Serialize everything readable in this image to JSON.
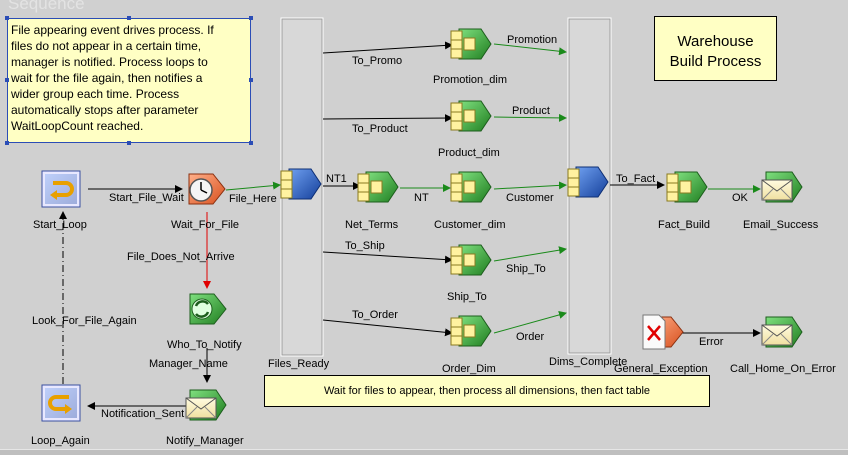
{
  "canvas": {
    "watermark": "Sequence"
  },
  "notes": {
    "description": [
      "File appearing event drives process. If",
      "files do not appear in a certain time,",
      "manager is notified. Process loops to",
      "wait for the file again, then notifies a",
      "wider group each time. Process",
      "automatically stops after parameter",
      "WaitLoopCount reached."
    ],
    "title": [
      "Warehouse",
      "Build Process"
    ],
    "footer": "Wait for files to appear, then process all dimensions, then fact table"
  },
  "nodes": {
    "start_loop": "Start_Loop",
    "wait_for_file": "Wait_For_File",
    "who_to_notify": "Who_To_Notify",
    "notify_manager": "Notify_Manager",
    "loop_again": "Loop_Again",
    "files_ready": "Files_Ready",
    "net_terms": "Net_Terms",
    "promotion_dim": "Promotion_dim",
    "product_dim": "Product_dim",
    "customer_dim": "Customer_dim",
    "ship_to": "Ship_To",
    "order_dim": "Order_Dim",
    "dims_complete": "Dims_Complete",
    "fact_build": "Fact_Build",
    "email_success": "Email_Success",
    "general_exception": "General_Exception",
    "call_home_on_error": "Call_Home_On_Error"
  },
  "links": {
    "start_file_wait": "Start_File_Wait",
    "file_here": "File_Here",
    "file_does_not_arrive": "File_Does_Not_Arrive",
    "manager_name": "Manager_Name",
    "notification_sent": "Notification_Sent",
    "look_for_file_again": "Look_For_File_Again",
    "to_promo": "To_Promo",
    "to_product": "To_Product",
    "nt1": "NT1",
    "nt": "NT",
    "to_ship": "To_Ship",
    "to_order": "To_Order",
    "promotion": "Promotion",
    "product": "Product",
    "customer": "Customer",
    "ship_to": "Ship_To",
    "order": "Order",
    "to_fact": "To_Fact",
    "ok": "OK",
    "error": "Error"
  },
  "colors": {
    "canvas": "#d0d0d0",
    "note": "#ffffc4",
    "green_link": "#1a8a1a",
    "red_link": "#e00000",
    "black_link": "#000000",
    "job_green": "#2e9d2e",
    "sequencer_blue": "#1c4fb8"
  },
  "icons": {
    "start_loop": "start-loop-icon",
    "wait_for_file": "wait-for-file-icon",
    "who_to_notify": "routine-icon",
    "notify_manager": "email-icon",
    "loop_again": "end-loop-icon",
    "sequencer": "sequencer-icon",
    "job": "job-icon",
    "exception": "exception-icon"
  }
}
